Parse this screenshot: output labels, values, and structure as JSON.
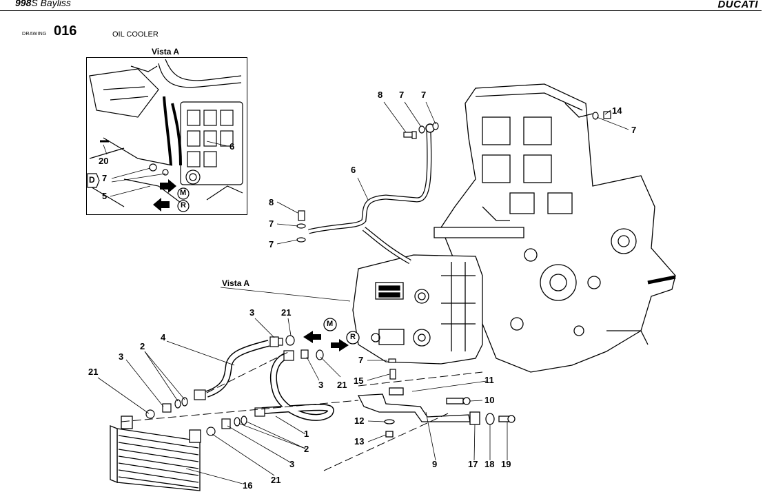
{
  "header": {
    "model_bold": "998",
    "model_rest": "S Bayliss",
    "brand": "DUCATI"
  },
  "drawing": {
    "label": "DRAWING",
    "number": "016",
    "title": "OIL COOLER"
  },
  "inset": {
    "title": "Vista A"
  },
  "vista_label": "Vista A",
  "markers": {
    "m": "M",
    "r": "R",
    "d": "D"
  },
  "callouts": {
    "c8a": "8",
    "c7a": "7",
    "c7b": "7",
    "c14": "14",
    "c7c": "7",
    "c6": "6",
    "c8b": "8",
    "c7d": "7",
    "c7e": "7",
    "c3a": "3",
    "c21a": "21",
    "c4": "4",
    "c3b": "3",
    "c2a": "2",
    "c21b": "21",
    "c3c": "3",
    "c21c": "21",
    "c7f": "7",
    "c15": "15",
    "c11": "11",
    "c10": "10",
    "c12": "12",
    "c13": "13",
    "c1": "1",
    "c2b": "2",
    "c3d": "3",
    "c9": "9",
    "c17": "17",
    "c18": "18",
    "c19": "19",
    "c21d": "21",
    "c16": "16",
    "i6": "6",
    "i20": "20",
    "i7": "7",
    "i5": "5"
  }
}
